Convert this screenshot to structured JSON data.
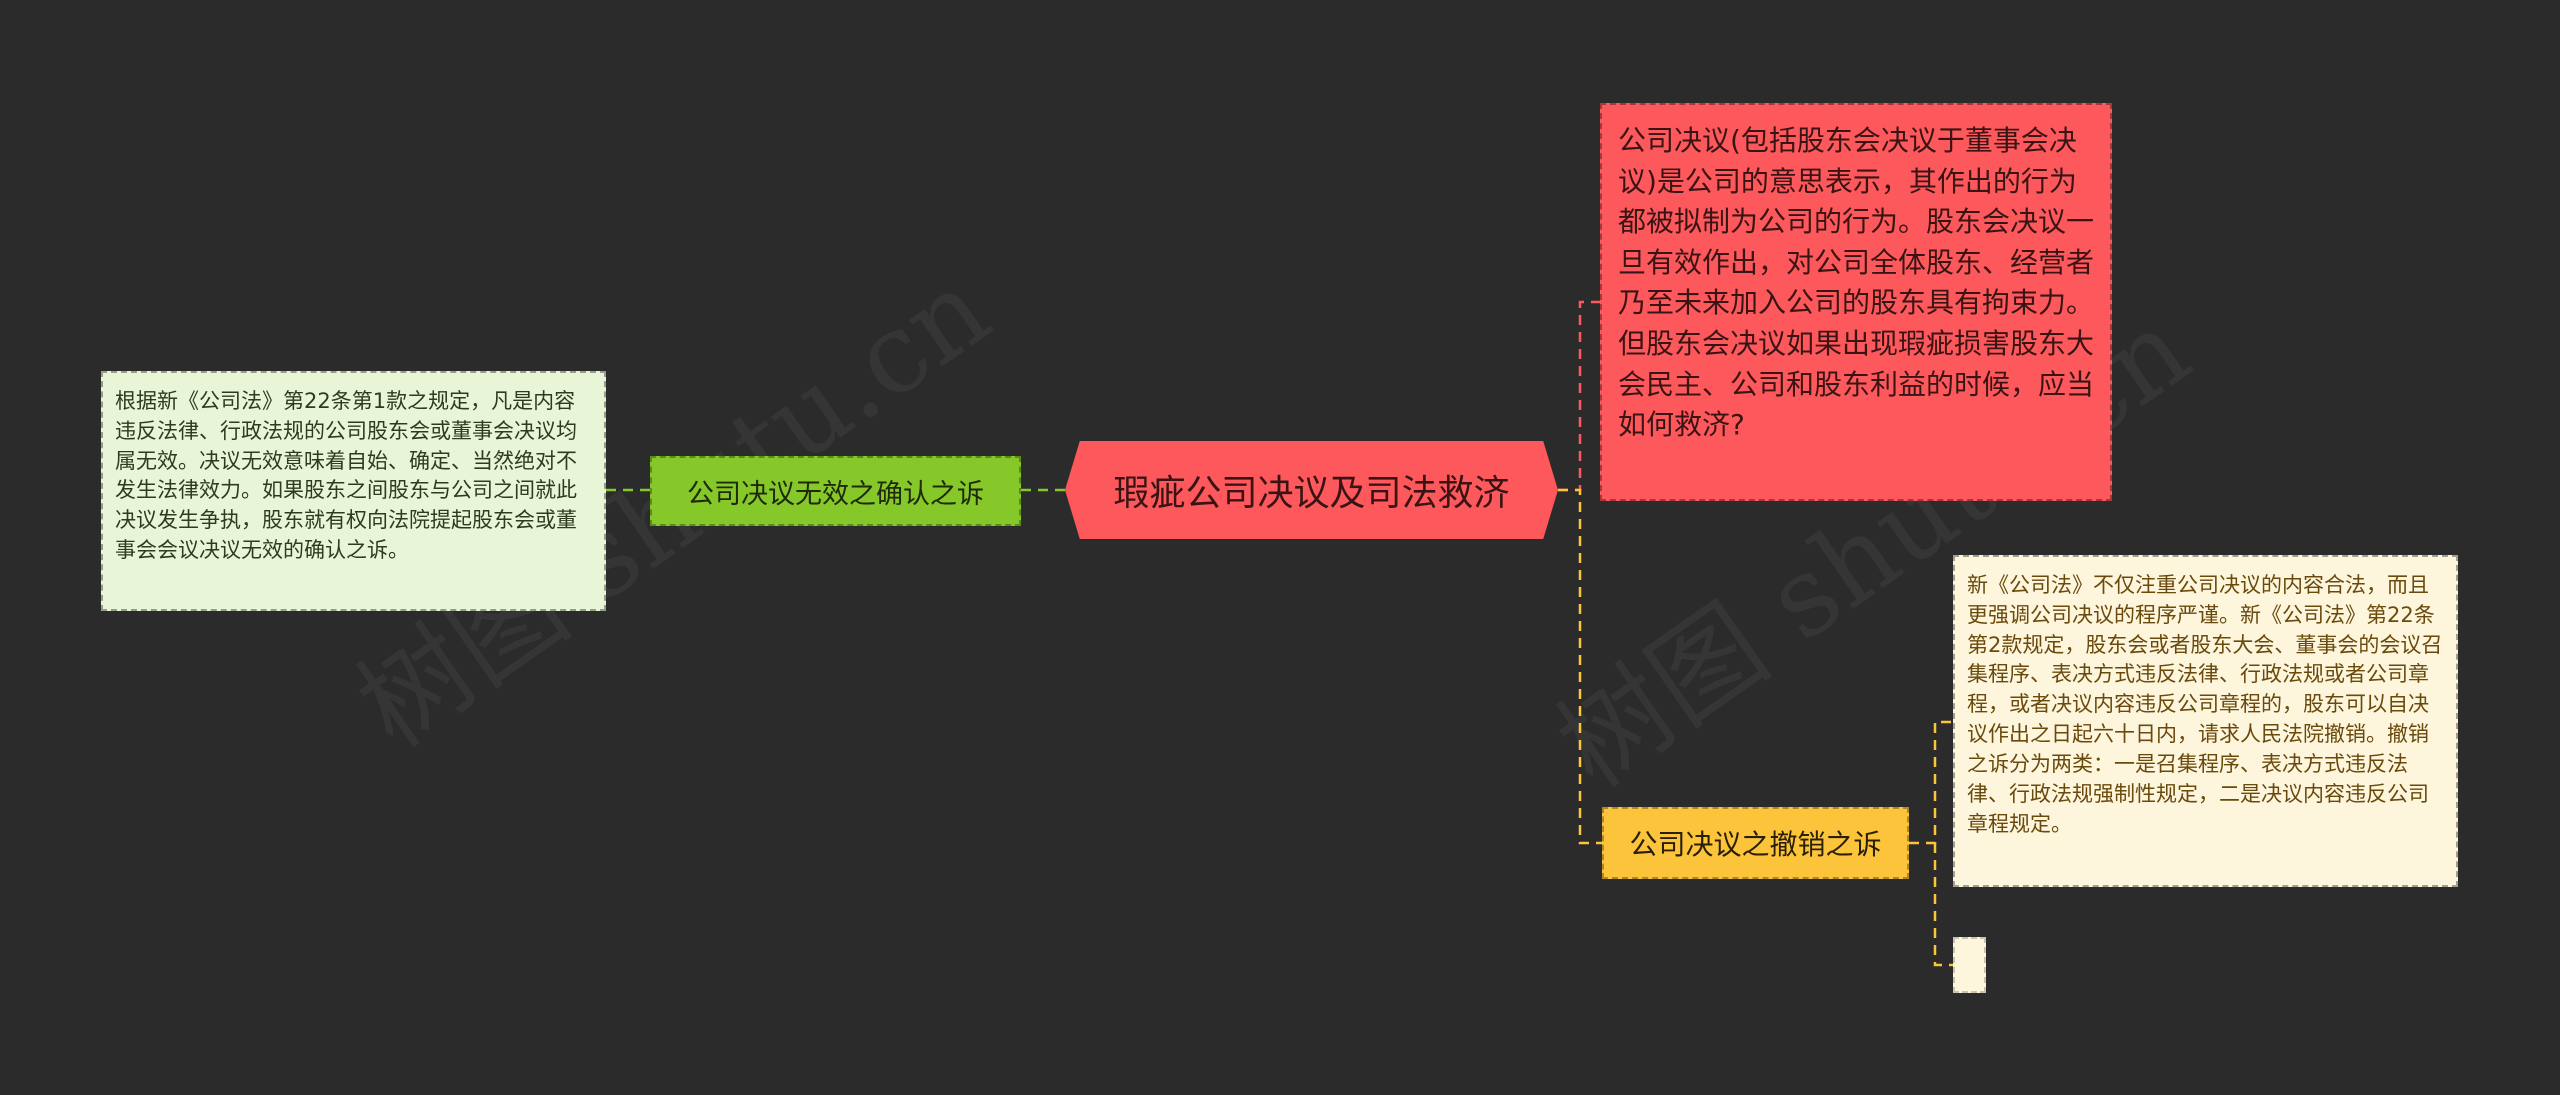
{
  "root": {
    "label": "瑕疵公司决议及司法救济"
  },
  "question": {
    "text": "公司决议(包括股东会决议于董事会决议)是公司的意思表示，其作出的行为都被拟制为公司的行为。股东会决议一旦有效作出，对公司全体股东、经营者乃至未来加入公司的股东具有拘束力。但股东会决议如果出现瑕疵损害股东大会民主、公司和股东利益的时候，应当如何救济?"
  },
  "invalid_branch": {
    "label": "公司决议无效之确认之诉",
    "detail": "根据新《公司法》第22条第1款之规定，凡是内容违反法律、行政法规的公司股东会或董事会决议均属无效。决议无效意味着自始、确定、当然绝对不发生法律效力。如果股东之间股东与公司之间就此决议发生争执，股东就有权向法院提起股东会或董事会会议决议无效的确认之诉。"
  },
  "revoke_branch": {
    "label": "公司决议之撤销之诉",
    "detail": "新《公司法》不仅注重公司决议的内容合法，而且更强调公司决议的程序严谨。新《公司法》第22条第2款规定，股东会或者股东大会、董事会的会议召集程序、表决方式违反法律、行政法规或者公司章程，或者决议内容违反公司章程的，股东可以自决议作出之日起六十日内，请求人民法院撤销。撤销之诉分为两类：一是召集程序、表决方式违反法律、行政法规强制性规定，二是决议内容违反公司章程规定。"
  },
  "watermark": "树图 shutu.cn",
  "colors": {
    "background": "#2b2b2b",
    "root": "#fd585b",
    "green": "#86c72a",
    "yellow": "#fcc43a",
    "cream": "#fdf5dc",
    "light_green": "#e8f5d6"
  }
}
